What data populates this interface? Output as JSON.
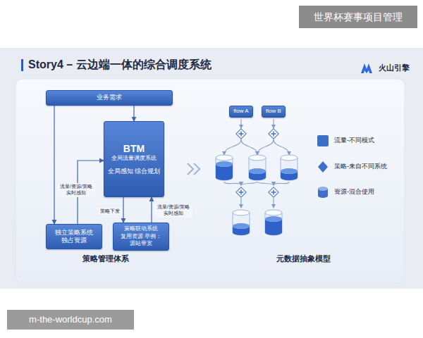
{
  "diagram": {
    "title": "Story4 – 云边端一体的综合调度系统",
    "nodes": [
      {
        "text": [
          "业务需求"
        ]
      },
      {
        "text": [
          "BTM",
          "全局流量调度系统",
          "全局感知 综合规划"
        ]
      },
      {
        "text": [
          "独立策略系统 独占资源"
        ]
      },
      {
        "text": [
          "策略联动系统 复用资源 举例：源站带宽"
        ]
      },
      {
        "text": [
          "flow A"
        ]
      },
      {
        "text": [
          "flow B"
        ]
      }
    ],
    "edges": [
      {
        "from": 0,
        "to": 1,
        "arrow": "to"
      },
      {
        "from": 0,
        "to": 2,
        "arrow": "to"
      },
      {
        "from": 2,
        "to": 1,
        "arrow": "to",
        "label": "流量/资源/策略 实时感知"
      },
      {
        "from": 1,
        "to": 3,
        "arrow": "to",
        "label": "策略下发"
      },
      {
        "from": 3,
        "to": 1,
        "arrow": "to",
        "label": "流量/资源/策略 实时感知"
      }
    ],
    "labels": [
      "世界杯赛事项目管理",
      "火山引擎",
      "策略管理体系",
      "元数据抽象模型",
      "m-the-worldcup.com"
    ],
    "legend": [
      {
        "text": "流量-不同模式",
        "color": "#3d6fc6"
      },
      {
        "text": "策略-来自不同系统"
      },
      {
        "text": "资源-混合使用"
      }
    ]
  }
}
